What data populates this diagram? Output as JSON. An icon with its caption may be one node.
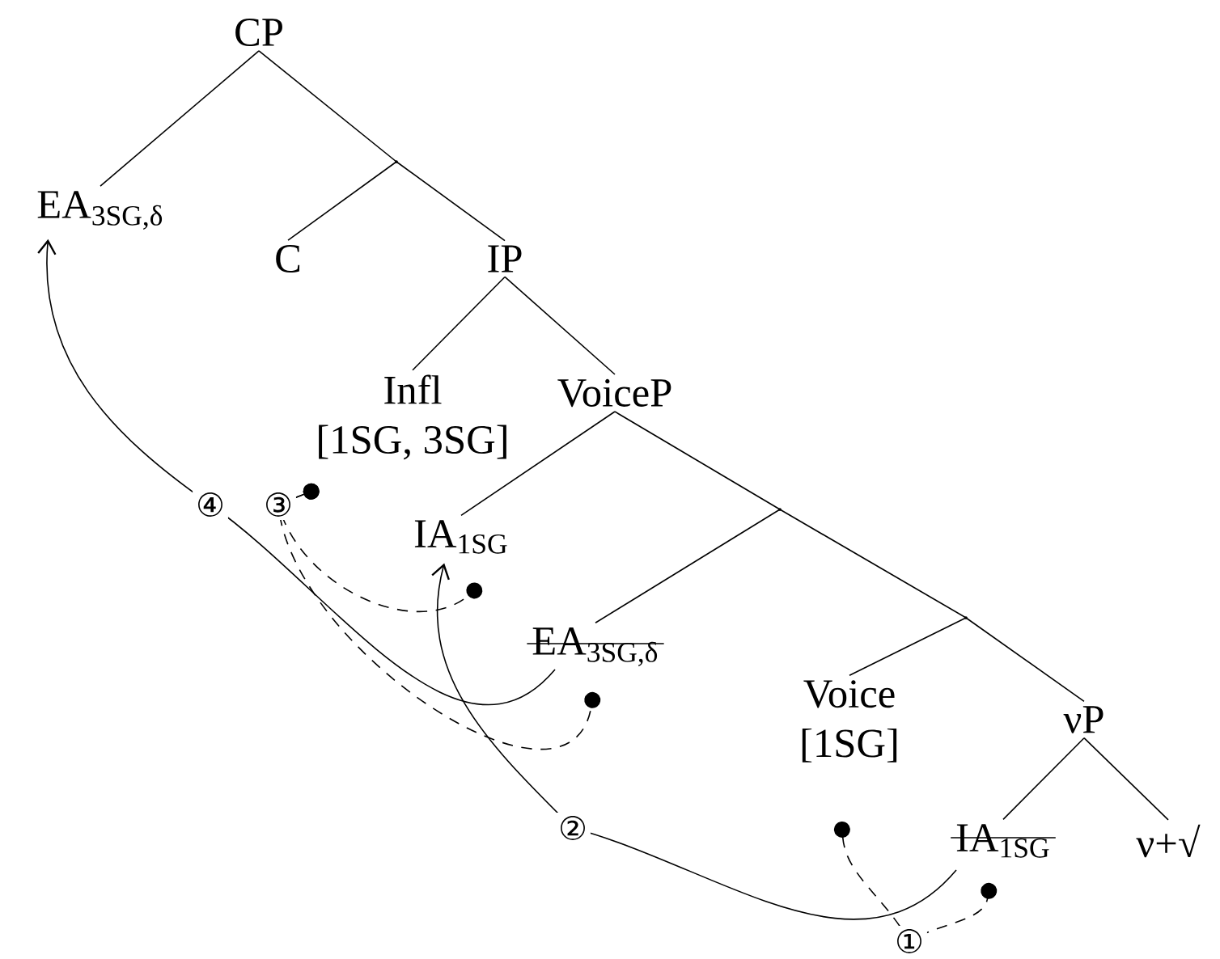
{
  "diagram": {
    "nodes": [
      {
        "text": [
          "CP"
        ]
      },
      {
        "text": [
          "EA$_{3SG,δ}$"
        ]
      },
      {
        "text": [],
        "shape": "point"
      },
      {
        "text": [
          "C"
        ]
      },
      {
        "text": [
          "IP"
        ]
      },
      {
        "text": [
          "Infl",
          "[1SG, 3SG]"
        ]
      },
      {
        "text": [
          "VoiceP"
        ]
      },
      {
        "text": [
          "IA$_{1SG}$"
        ]
      },
      {
        "text": [],
        "shape": "point"
      },
      {
        "text": [
          "EA$_{3SG,δ}$"
        ]
      },
      {
        "text": [],
        "shape": "point"
      },
      {
        "text": [
          "Voice",
          "[1SG]"
        ]
      },
      {
        "text": [
          "νP"
        ]
      },
      {
        "text": [
          "IA$_{1SG}$"
        ]
      },
      {
        "text": [
          "ν+√"
        ]
      }
    ],
    "edges": [
      {
        "from": 0,
        "to": 1,
        "arrow": "none"
      },
      {
        "from": 0,
        "to": 2,
        "arrow": "none"
      },
      {
        "from": 2,
        "to": 3,
        "arrow": "none"
      },
      {
        "from": 2,
        "to": 4,
        "arrow": "none"
      },
      {
        "from": 4,
        "to": 5,
        "arrow": "none"
      },
      {
        "from": 4,
        "to": 6,
        "arrow": "none"
      },
      {
        "from": 6,
        "to": 7,
        "arrow": "none"
      },
      {
        "from": 6,
        "to": 8,
        "arrow": "none"
      },
      {
        "from": 8,
        "to": 9,
        "arrow": "none"
      },
      {
        "from": 8,
        "to": 10,
        "arrow": "none"
      },
      {
        "from": 10,
        "to": 11,
        "arrow": "none"
      },
      {
        "from": 10,
        "to": 12,
        "arrow": "none"
      },
      {
        "from": 12,
        "to": 13,
        "arrow": "none"
      },
      {
        "from": 12,
        "to": 14,
        "arrow": "none"
      },
      {
        "from": 11,
        "to": 13,
        "arrow": "other",
        "style": "dashed",
        "label": "①"
      },
      {
        "from": 13,
        "to": 7,
        "arrow": "to",
        "label": "②"
      },
      {
        "from": 5,
        "to": 7,
        "arrow": "other",
        "style": "dashed",
        "label": "③"
      },
      {
        "from": 5,
        "to": 9,
        "arrow": "other",
        "style": "dashed"
      },
      {
        "from": 9,
        "to": 1,
        "arrow": "to",
        "label": "④"
      }
    ]
  }
}
